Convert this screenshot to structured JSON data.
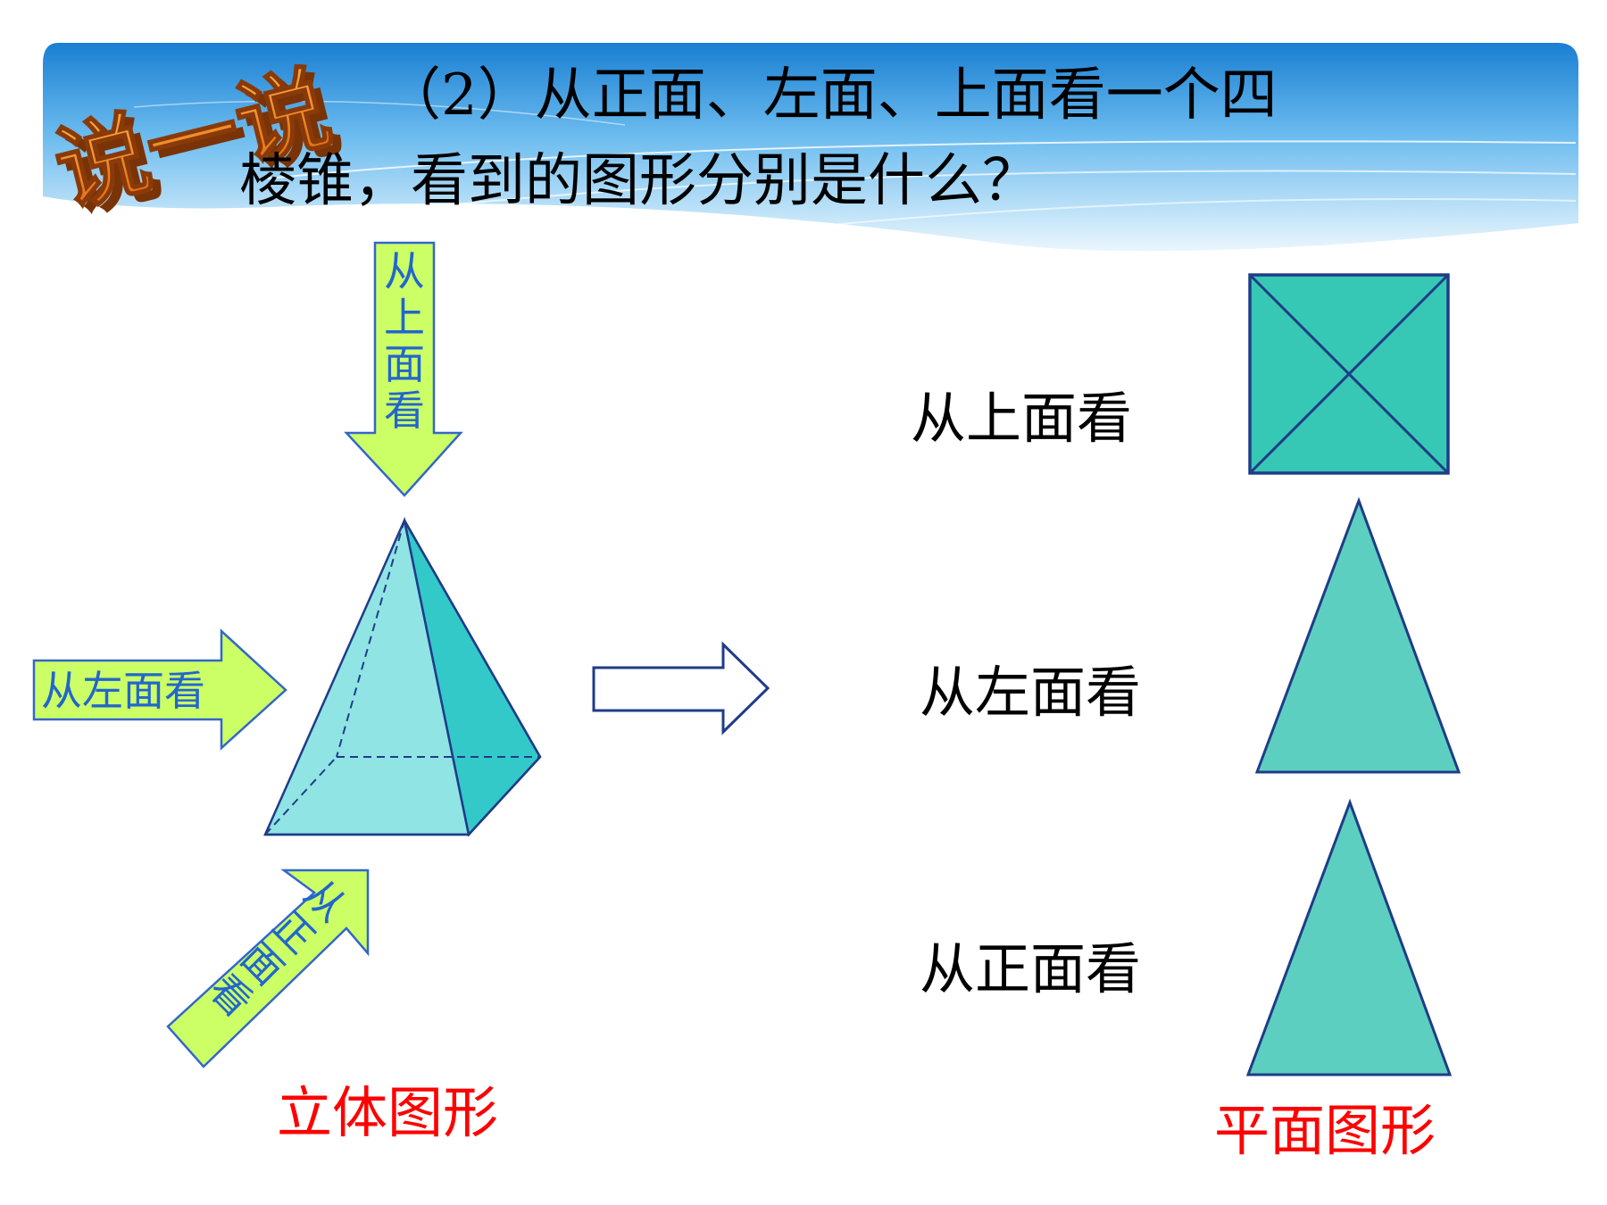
{
  "badge": {
    "text": "说一说"
  },
  "question": {
    "line1": "（2）从正面、左面、上面看一个四",
    "line2": "棱锥，看到的图形分别是什么？"
  },
  "arrows": {
    "top": [
      "从",
      "上",
      "面",
      "看"
    ],
    "left": "从左面看",
    "front": [
      "从",
      "正",
      "面",
      "看"
    ]
  },
  "captions": {
    "solid": "立体图形",
    "plane": "平面图形"
  },
  "views": [
    {
      "label": "从上面看",
      "shape": "square-with-diagonals"
    },
    {
      "label": "从左面看",
      "shape": "triangle"
    },
    {
      "label": "从正面看",
      "shape": "triangle"
    }
  ],
  "colors": {
    "banner_top": "#1f82d4",
    "banner_bottom": "#e9f6fd",
    "arrow_fill": "#ccff66",
    "arrow_stroke": "#3366cc",
    "arrow_text": "#2266cc",
    "caption_red": "#ff0000",
    "pyramid_front": "#90e4e4",
    "pyramid_side": "#33c9c9",
    "view_fill": "#5dcfc0",
    "square_fill": "#36c8b4",
    "outline": "#1f3c88",
    "badge_orange": "#f07a1a"
  },
  "icons": [
    "right-hollow-arrow-icon",
    "down-arrow-icon",
    "right-arrow-icon",
    "diagonal-arrow-icon"
  ]
}
